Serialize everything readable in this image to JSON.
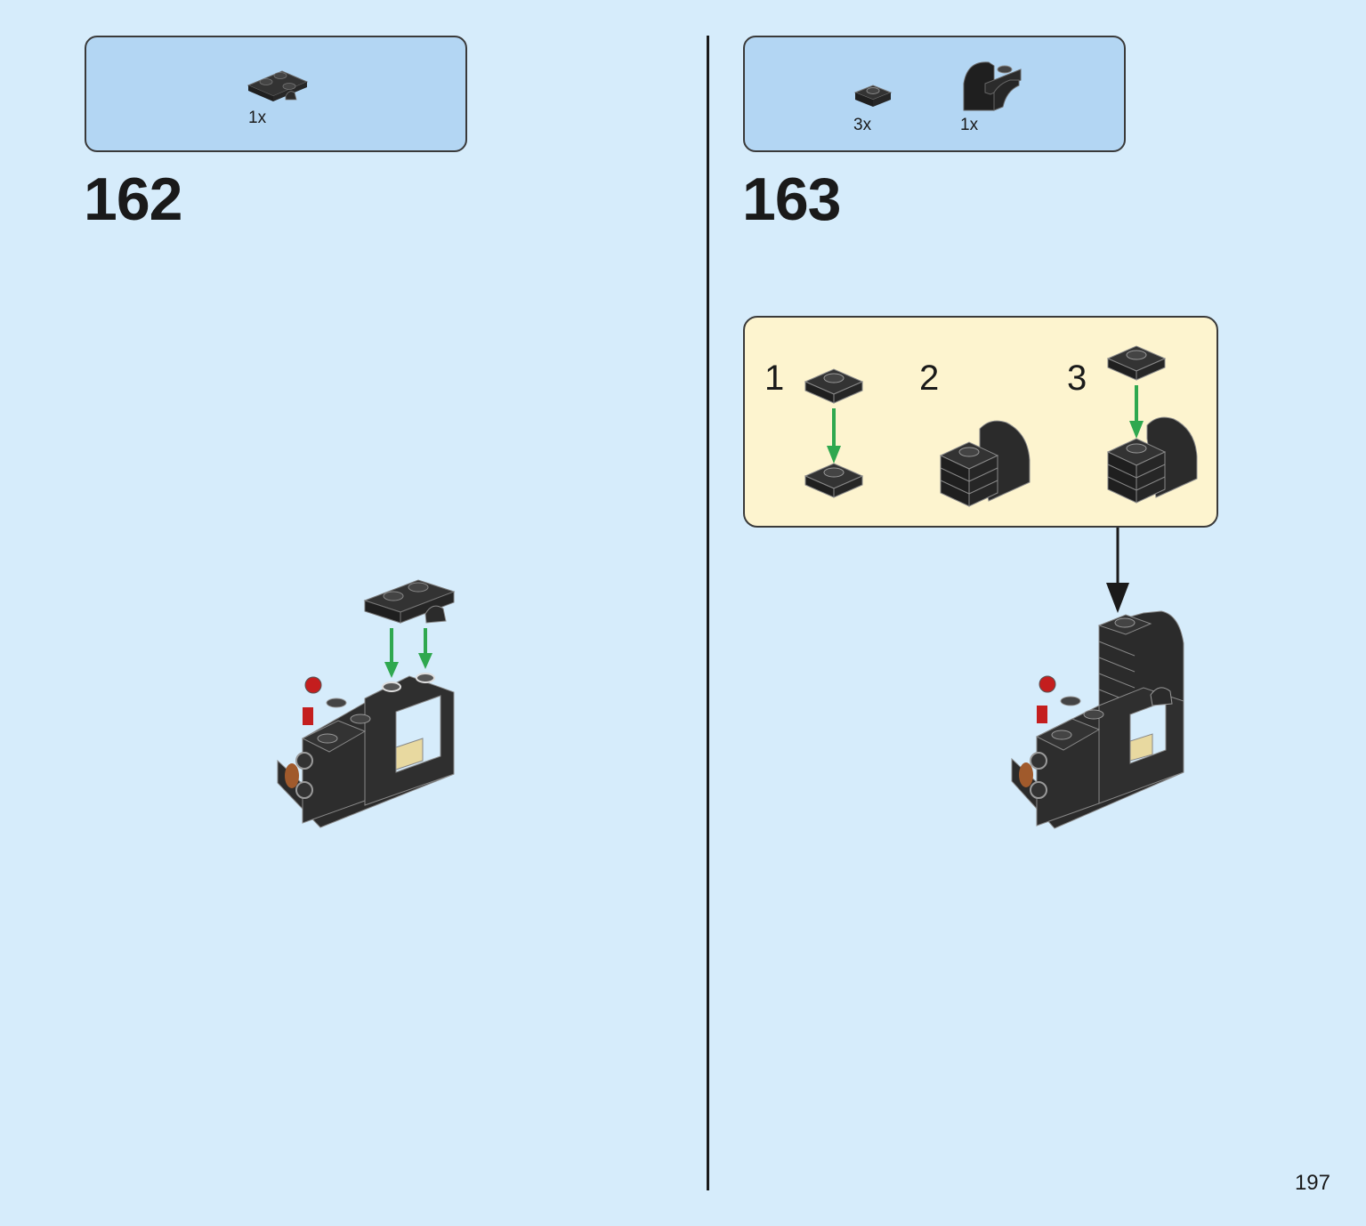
{
  "page": {
    "number": "197"
  },
  "steps": [
    {
      "number": "162",
      "parts": [
        {
          "qty": "1x",
          "icon": "plate-with-clip-icon"
        }
      ]
    },
    {
      "number": "163",
      "parts": [
        {
          "qty": "3x",
          "icon": "plate-1x1-icon"
        },
        {
          "qty": "1x",
          "icon": "curved-slope-brick-icon"
        }
      ],
      "substeps": [
        "1",
        "2",
        "3"
      ]
    }
  ],
  "colors": {
    "background": "#d6ecfb",
    "parts_box": "#b3d6f3",
    "substep_box": "#fdf4cf",
    "brick": "#2b2b2b",
    "arrow_green": "#2fa84f"
  }
}
